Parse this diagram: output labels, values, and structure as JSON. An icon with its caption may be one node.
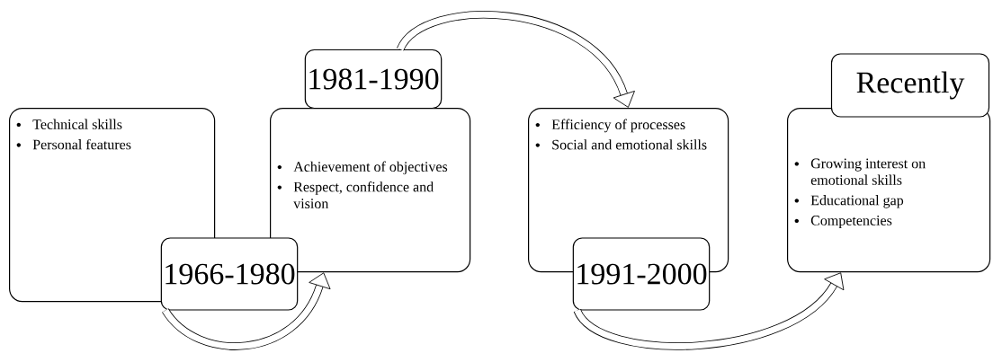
{
  "diagram": {
    "nodes": [
      {
        "text": [
          "Technical skills",
          "Personal features"
        ]
      },
      {
        "text": [
          "1966-1980"
        ]
      },
      {
        "text": [
          "Achievement of objectives",
          "Respect, confidence and vision"
        ]
      },
      {
        "text": [
          "1981-1990"
        ]
      },
      {
        "text": [
          "Efficiency of processes",
          "Social and emotional skills"
        ]
      },
      {
        "text": [
          "1991-2000"
        ]
      },
      {
        "text": [
          "Growing interest on emotional skills",
          "Educational gap",
          "Competencies"
        ]
      },
      {
        "text": [
          "Recently"
        ]
      }
    ],
    "edges": [
      {
        "from": 1,
        "to": 2,
        "arrow": "to"
      },
      {
        "from": 3,
        "to": 4,
        "arrow": "to"
      },
      {
        "from": 5,
        "to": 6,
        "arrow": "to"
      }
    ]
  }
}
